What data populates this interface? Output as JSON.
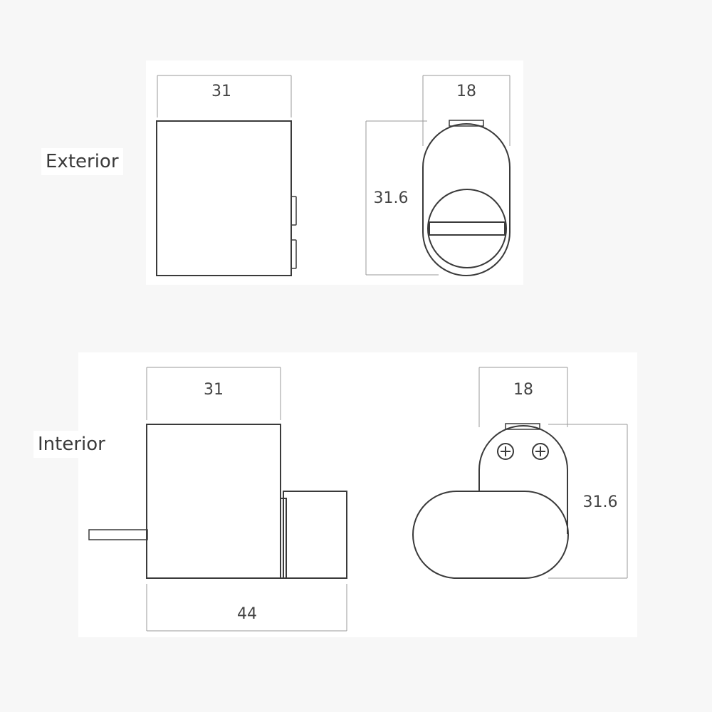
{
  "labels": {
    "exterior": "Exterior",
    "interior": "Interior"
  },
  "dimensions": {
    "exterior_front_width": "31",
    "exterior_side_width": "18",
    "exterior_side_height": "31.6",
    "interior_front_width": "31",
    "interior_overall_width": "44",
    "interior_side_width": "18",
    "interior_side_height": "31.6"
  },
  "colors": {
    "outline": "#3a3a3a",
    "dimension_line": "#9a9a9a",
    "panel_background": "#ffffff",
    "page_background": "#f6f6f6"
  }
}
